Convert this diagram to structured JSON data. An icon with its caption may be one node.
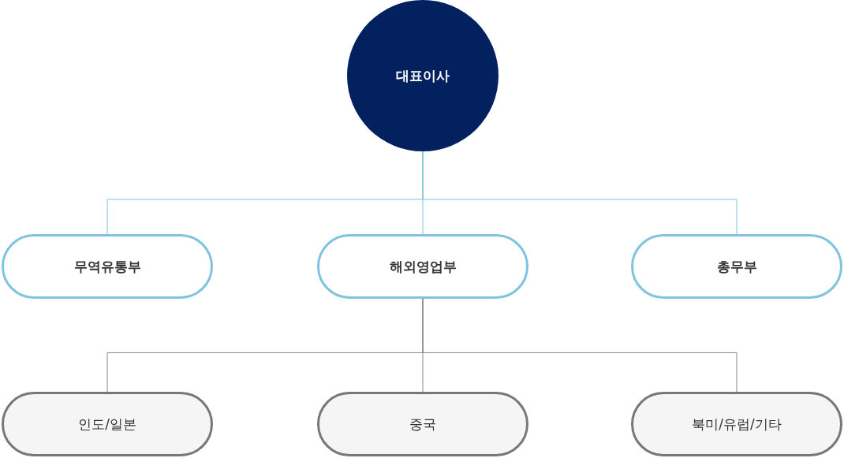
{
  "diagram": {
    "nodes": [
      {
        "text": [
          "대표이사"
        ]
      },
      {
        "text": [
          "무역유통부"
        ]
      },
      {
        "text": [
          "해외영업부"
        ]
      },
      {
        "text": [
          "총무부"
        ]
      },
      {
        "text": [
          "인도/일본"
        ]
      },
      {
        "text": [
          "중국"
        ]
      },
      {
        "text": [
          "북미/유럽/기타"
        ]
      }
    ],
    "edges": [
      {
        "from": 0,
        "to": 1,
        "arrow": "none",
        "color": "#7ec4e0"
      },
      {
        "from": 0,
        "to": 2,
        "arrow": "none",
        "color": "#7ec4e0"
      },
      {
        "from": 0,
        "to": 3,
        "arrow": "none",
        "color": "#7ec4e0"
      },
      {
        "from": 2,
        "to": 4,
        "arrow": "none",
        "color": "#888888"
      },
      {
        "from": 2,
        "to": 5,
        "arrow": "none",
        "color": "#888888"
      },
      {
        "from": 2,
        "to": 6,
        "arrow": "none",
        "color": "#888888"
      }
    ]
  }
}
